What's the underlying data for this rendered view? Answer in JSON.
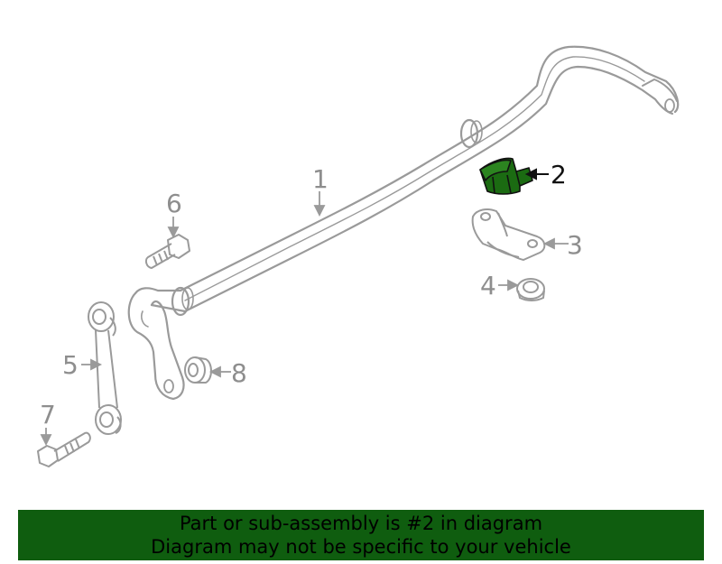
{
  "colors": {
    "highlight": "#1b6b12",
    "banner": "#0f5d0f",
    "line_art": "#9a9a9a"
  },
  "callouts": [
    "1",
    "2",
    "3",
    "4",
    "5",
    "6",
    "7",
    "8"
  ],
  "banner": {
    "line1": "Part or sub-assembly is #2 in diagram",
    "line2": "Diagram may not be specific to your vehicle"
  }
}
